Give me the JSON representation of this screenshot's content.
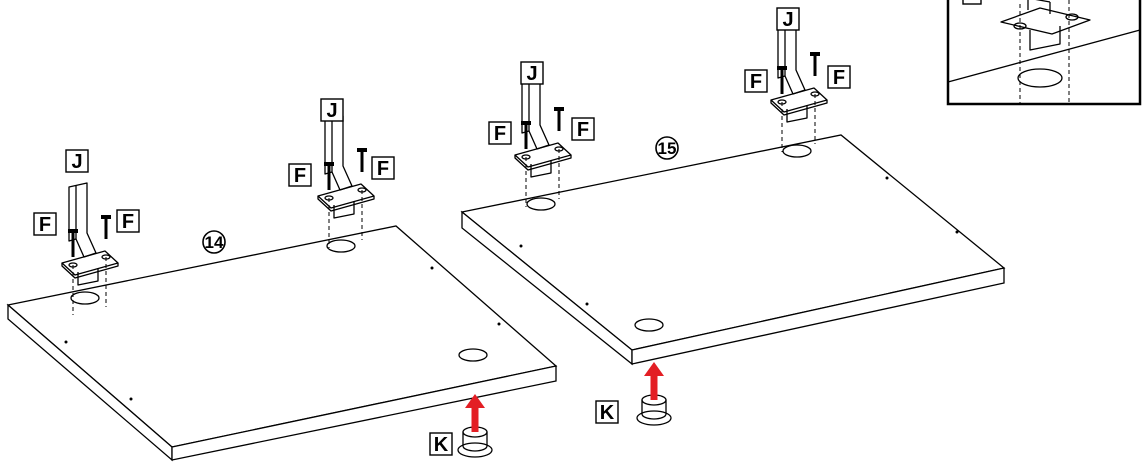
{
  "labels": {
    "bracket": "J",
    "screw": "F",
    "plug": "K"
  },
  "steps": {
    "left": "14",
    "right": "15"
  },
  "colors": {
    "arrow": "#e31e24",
    "ink": "#000000",
    "background": "#ffffff"
  },
  "icons": {
    "step_marker": "circled-number",
    "insert_arrow": "up-arrow-icon"
  }
}
